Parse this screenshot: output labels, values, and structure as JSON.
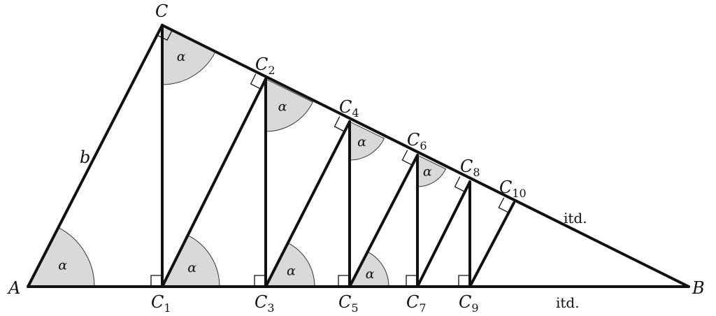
{
  "title": "Triangle ABC with successive perpendiculars",
  "points": {
    "A": "A",
    "B": "B",
    "C": "C",
    "C1": {
      "base": "C",
      "sub": "1"
    },
    "C2": {
      "base": "C",
      "sub": "2"
    },
    "C3": {
      "base": "C",
      "sub": "3"
    },
    "C4": {
      "base": "C",
      "sub": "4"
    },
    "C5": {
      "base": "C",
      "sub": "5"
    },
    "C6": {
      "base": "C",
      "sub": "6"
    },
    "C7": {
      "base": "C",
      "sub": "7"
    },
    "C8": {
      "base": "C",
      "sub": "8"
    },
    "C9": {
      "base": "C",
      "sub": "9"
    },
    "C10": {
      "base": "C",
      "sub": "10"
    }
  },
  "side_label": "b",
  "angle_label": "α",
  "continuation_label": "itd.",
  "colors": {
    "stroke": "#111111",
    "angle_fill": "#d9d9d9"
  }
}
